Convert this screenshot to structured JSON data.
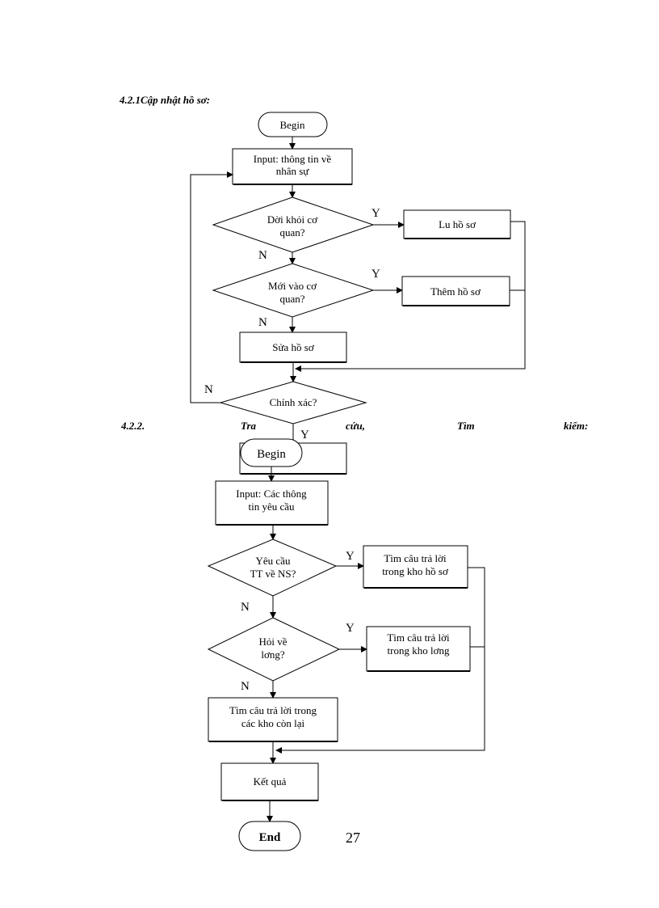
{
  "headings": {
    "section1": "4.2.1Cập nhật hồ sơ:",
    "section2_number": "4.2.2.",
    "section2_words": [
      "Tra",
      "cứu,",
      "Tìm",
      "kiếm:"
    ]
  },
  "flow1": {
    "begin": "Begin",
    "input": [
      "Input: thông tin về",
      "nhân sự"
    ],
    "decision_leave": [
      "Dời khỏi cơ",
      "quan?"
    ],
    "action_archive": "Lu   hồ sơ",
    "decision_new": [
      "Mới vào cơ",
      "quan?"
    ],
    "action_add": "Thêm hồ sơ",
    "action_edit": "Sửa hồ sơ",
    "decision_correct": "Chính xác?",
    "label_yes": "Y",
    "label_no": "N"
  },
  "flow2": {
    "begin": "Begin",
    "input": [
      "Input: Các thông",
      "tin yêu cầu"
    ],
    "decision_personnel": [
      "Yêu cầu",
      "TT về NS?"
    ],
    "action_search_records": [
      "Tìm câu trả lời",
      "trong kho hồ sơ"
    ],
    "decision_salary": [
      "Hỏi về",
      "lơng?"
    ],
    "action_search_salary": [
      "Tìm câu trả lời",
      "trong kho lơng"
    ],
    "action_search_other": [
      "Tìm câu trả lời trong",
      "các kho còn lại"
    ],
    "result": "Kết quả",
    "end": "End",
    "label_yes": "Y",
    "label_no": "N"
  },
  "page_number": "27"
}
